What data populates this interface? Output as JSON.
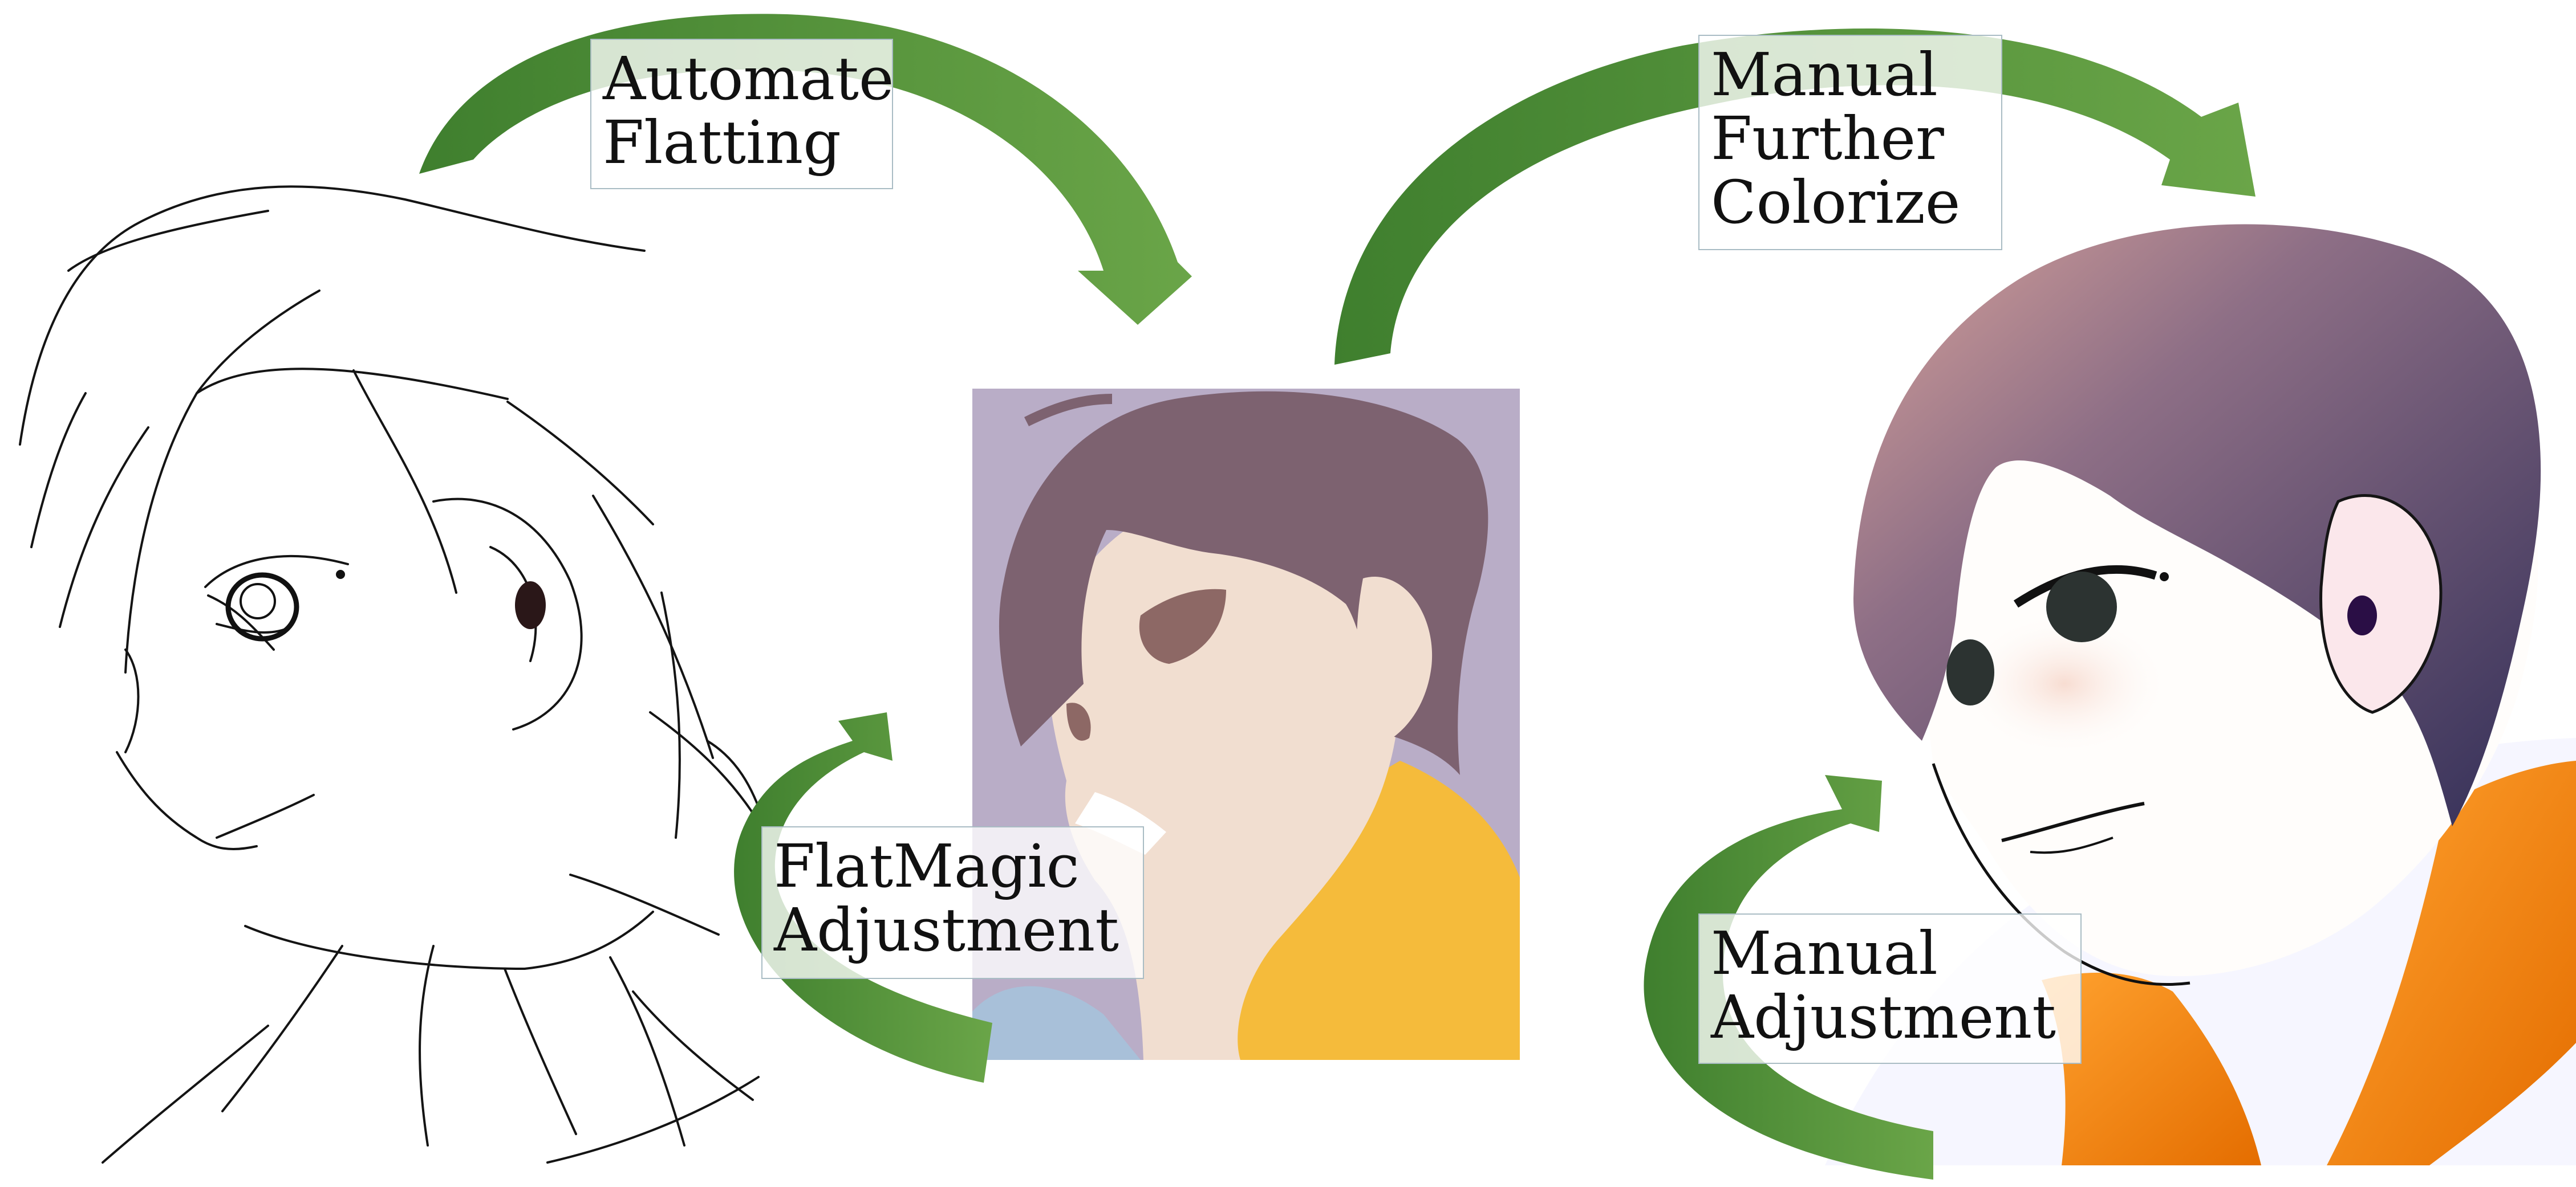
{
  "labels": {
    "automate_flatting": [
      "Automate",
      "Flatting"
    ],
    "flatmagic_adjustment": [
      "FlatMagic",
      "Adjustment"
    ],
    "manual_further_colorize": [
      "Manual",
      "Further",
      "Colorize"
    ],
    "manual_adjustment": [
      "Manual",
      "Adjustment"
    ]
  },
  "colors": {
    "arrow": "#6aa548",
    "arrow_dark": "#3f7f2e",
    "flat_bg": "#b9adc7",
    "hair_flat": "#7d6270",
    "skin_flat": "#f1ded0",
    "shirt_flat": "#f5bb3b",
    "collar_flat": "#a8c0d9",
    "line": "#101010"
  },
  "panels": {
    "left": "lineart",
    "middle": "flat-colors",
    "right": "colorized"
  }
}
